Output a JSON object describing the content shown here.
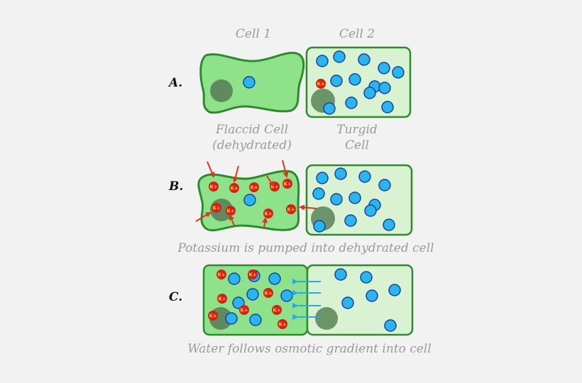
{
  "colors": {
    "background": "#f2f2f2",
    "cell_fill": "#8ee38a",
    "cell_stroke": "#2d8a2d",
    "turgid_fill": "#d9f2d2",
    "water": "#29b6f0",
    "water_stroke": "#1a3fa0",
    "potassium": "#d91c1c",
    "potassium_text": "#ffd400",
    "arrow_red": "#e3321b",
    "arrow_blue": "#2aa8e8",
    "nucleus": "#5f8a5f",
    "label_grey": "#9a9a9a"
  },
  "header": {
    "cell1": "Cell 1",
    "cell2": "Cell 2"
  },
  "rows": {
    "a": {
      "label": "A.",
      "cell1_caption_line1": "Flaccid Cell",
      "cell1_caption_line2": "(dehydrated)",
      "cell2_caption_line1": "Turgid",
      "cell2_caption_line2": "Cell"
    },
    "b": {
      "label": "B.",
      "caption": "Potassium is pumped into dehydrated cell"
    },
    "c": {
      "label": "C.",
      "caption": "Water follows osmotic gradient into cell"
    }
  },
  "ion_label": "K+",
  "icons": [
    "water-molecule-icon",
    "potassium-ion-icon",
    "nucleus-icon",
    "red-arrow-icon",
    "blue-arrow-icon"
  ]
}
